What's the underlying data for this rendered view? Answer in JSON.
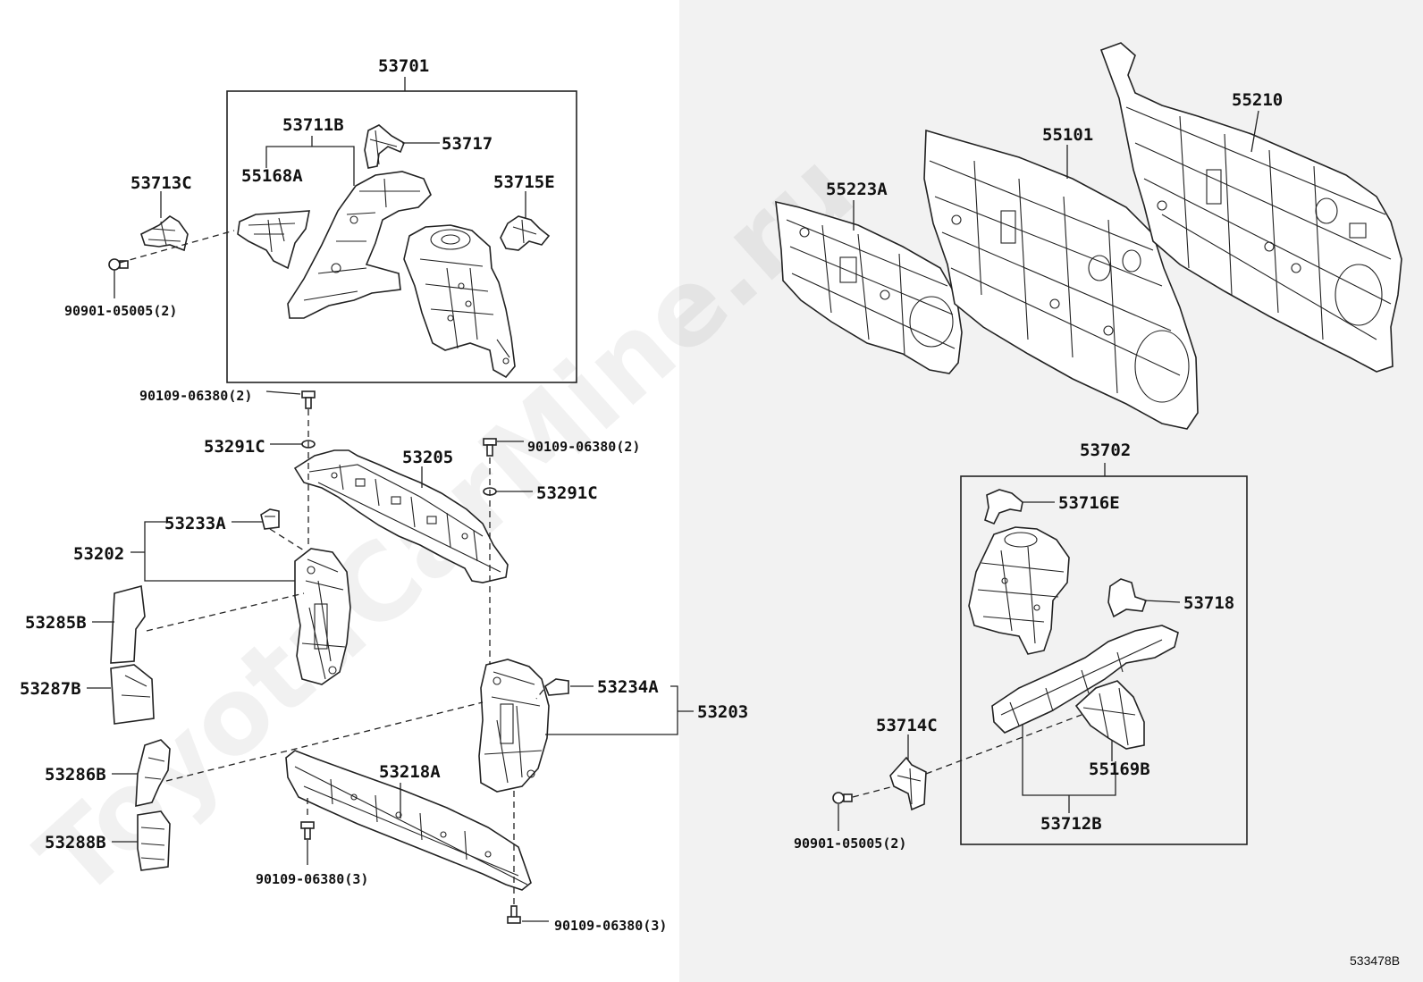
{
  "watermark": "ToyotaCarMine.ru",
  "diagram_code": "533478B",
  "groups": {
    "left_top": "53701",
    "right_bottom": "53702"
  },
  "labels": {
    "p53701": "53701",
    "p53711B": "53711B",
    "p53717": "53717",
    "p55168A": "55168A",
    "p53715E": "53715E",
    "p53713C": "53713C",
    "p90901_left": "90901-05005(2)",
    "p90109_a": "90109-06380(2)",
    "p53291C_a": "53291C",
    "p53205": "53205",
    "p90109_b": "90109-06380(2)",
    "p53291C_b": "53291C",
    "p53233A": "53233A",
    "p53202": "53202",
    "p53285B": "53285B",
    "p53287B": "53287B",
    "p53234A": "53234A",
    "p53203": "53203",
    "p53286B": "53286B",
    "p53218A": "53218A",
    "p53288B": "53288B",
    "p90109_c": "90109-06380(3)",
    "p90109_d": "90109-06380(3)",
    "p55223A": "55223A",
    "p55101": "55101",
    "p55210": "55210",
    "p53702": "53702",
    "p53716E": "53716E",
    "p53718": "53718",
    "p53714C": "53714C",
    "p55169B": "55169B",
    "p53712B": "53712B",
    "p90901_right": "90901-05005(2)"
  },
  "colors": {
    "line": "#222222",
    "right_panel_bg": "#f2f2f2"
  }
}
